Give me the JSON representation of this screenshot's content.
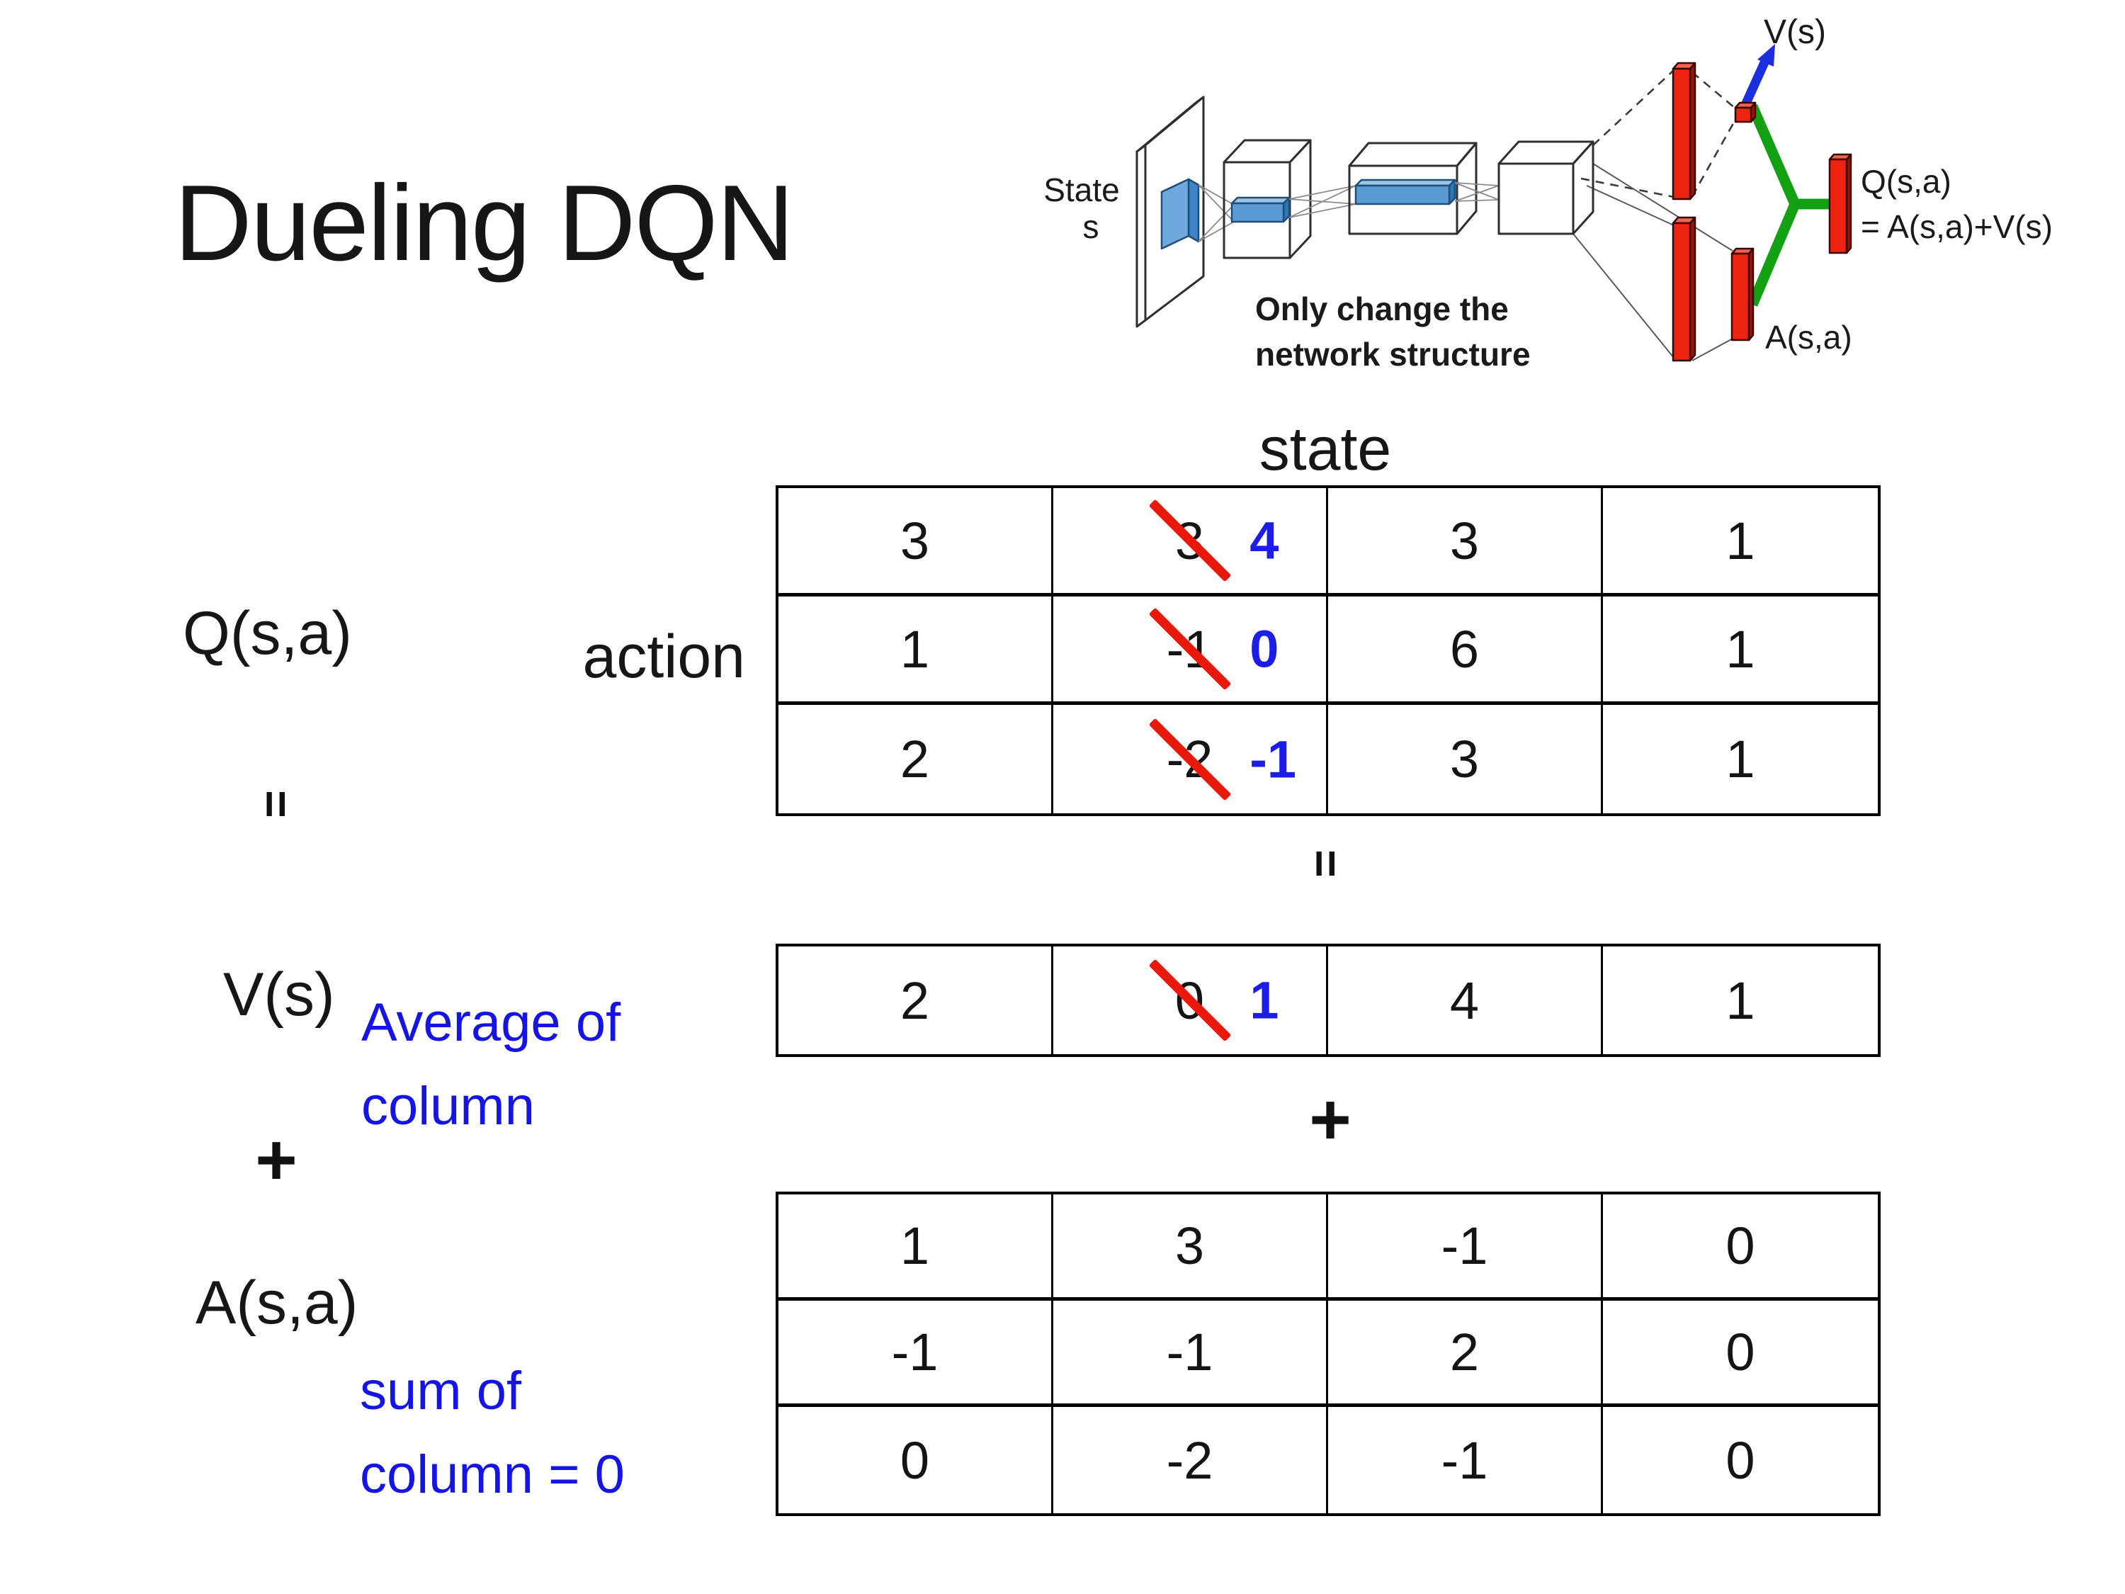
{
  "slide": {
    "title": "Dueling DQN",
    "background": "#ffffff"
  },
  "diagram": {
    "state_line1": "State",
    "state_line2": "s",
    "caption_line1": "Only change the",
    "caption_line2": "network structure",
    "v_output_label": "V(s)",
    "a_output_label": "A(s,a)",
    "q_output_line1": "Q(s,a)",
    "q_output_line2": "= A(s,a)+V(s)",
    "colors": {
      "conv_blue": "#5b9bd5",
      "conv_blue_light": "#9dc3e6",
      "conv_blue_dark": "#2e75b6",
      "fc_red": "#ee2411",
      "merge_green": "#13a013",
      "arrow_blue": "#1b2fe0",
      "caption_blue": "#1414e6"
    }
  },
  "equation": {
    "q_label": "Q(s,a)",
    "equals_sign": "=",
    "v_label": "V(s)",
    "plus_sign": "+",
    "a_label": "A(s,a)",
    "mid_equals_sign": "=",
    "mid_plus_sign": "+",
    "state_header": "state",
    "action_header": "action",
    "average_note_line1": "Average of",
    "average_note_line2": "column",
    "sum_note_line1": "sum of",
    "sum_note_line2": "column = 0"
  },
  "q_table": {
    "rows": [
      {
        "c0": "3",
        "c1_old": "3",
        "c1_new": "4",
        "c2": "3",
        "c3": "1"
      },
      {
        "c0": "1",
        "c1_old": "-1",
        "c1_new": "0",
        "c2": "6",
        "c3": "1"
      },
      {
        "c0": "2",
        "c1_old": "-2",
        "c1_new": "-1",
        "c2": "3",
        "c3": "1"
      }
    ]
  },
  "v_table": {
    "c0": "2",
    "c1_old": "0",
    "c1_new": "1",
    "c2": "4",
    "c3": "1"
  },
  "a_table": {
    "rows": [
      {
        "c0": "1",
        "c1": "3",
        "c2": "-1",
        "c3": "0"
      },
      {
        "c0": "-1",
        "c1": "-1",
        "c2": "2",
        "c3": "0"
      },
      {
        "c0": "0",
        "c1": "-2",
        "c2": "-1",
        "c3": "0"
      }
    ]
  },
  "colors": {
    "highlight_blue": "#1d1de8",
    "cross_red": "#e8190b",
    "text_black": "#161616"
  }
}
